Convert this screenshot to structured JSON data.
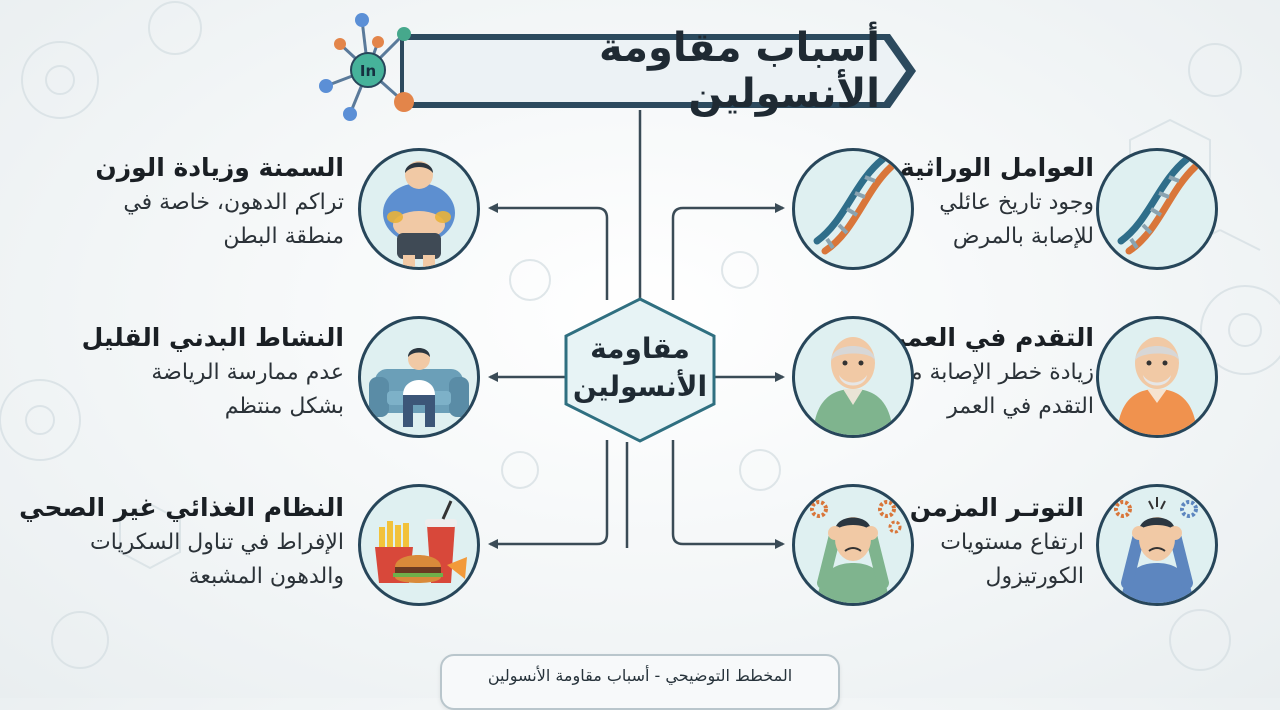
{
  "header": {
    "title": "أسباب مقاومة الأنسولين",
    "logo_text": "In"
  },
  "center": {
    "line1": "مقاومة",
    "line2": "الأنسولين"
  },
  "causes": {
    "genetics": {
      "title": "العوامل الوراثية",
      "desc_line1": "وجود تاريخ عائلي",
      "desc_line2": "للإصابة بالمرض",
      "icon": "dna-icon"
    },
    "obesity": {
      "title": "السمنة وزيادة الوزن",
      "desc_line1": "تراكم الدهون، خاصة في",
      "desc_line2": "منطقة البطن",
      "icon": "overweight-person-icon"
    },
    "aging": {
      "title": "التقدم في العمر",
      "desc_line1": "زيادة خطر الإصابة مع",
      "desc_line2": "التقدم في العمر",
      "icon": "elderly-man-icon"
    },
    "inactivity": {
      "title": "النشاط البدني القليل",
      "desc_line1": "عدم ممارسة الرياضة",
      "desc_line2": "بشكل منتظم",
      "icon": "person-on-couch-icon"
    },
    "stress": {
      "title": "التوتـر المزمن",
      "desc_line1": "ارتفاع مستويات",
      "desc_line2": "الكورتيزول",
      "icon": "stressed-person-icon"
    },
    "diet": {
      "title": "النظام الغذائي غير الصحي",
      "desc_line1": "الإفراط في تناول السكريات",
      "desc_line2": "والدهون المشبعة",
      "icon": "fast-food-icon"
    }
  },
  "footer": {
    "caption": "المخطط التوضيحي - أسباب مقاومة الأنسولين"
  },
  "colors": {
    "dark_teal": "#27465a",
    "icon_bg": "#dff0f1",
    "connector": "#3a4b56",
    "banner_fill": "#2c4a5e"
  }
}
